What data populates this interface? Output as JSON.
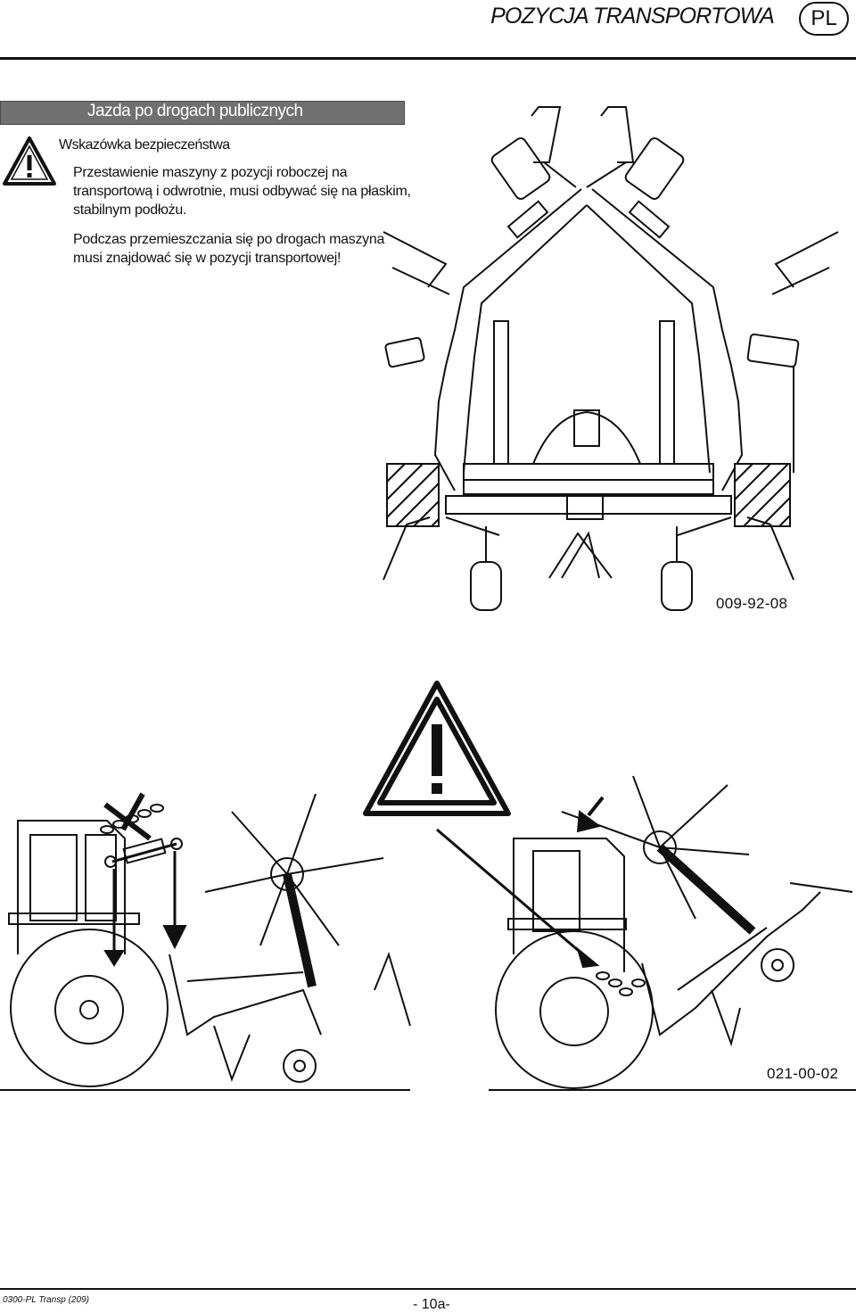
{
  "header": {
    "title": "POZYCJA TRANSPORTOWA",
    "language": "PL"
  },
  "section": {
    "title": "Jazda po drogach publicznych",
    "bar_color": "#707070"
  },
  "warning": {
    "icon": "warning-triangle-icon",
    "heading": "Wskazówka bezpieczeństwa",
    "paragraphs": [
      "Przestawienie maszyny z pozycji roboczej na transportową i odwrotnie, musi odbywać się   na płaskim, stabilnym podłożu.",
      "Podczas przemieszczania się po drogach maszyna musi znajdować się w pozycji transportowej!"
    ]
  },
  "figures": [
    {
      "code": "009-92-08"
    },
    {
      "code": "021-00-02"
    }
  ],
  "footer": {
    "doc_code": "0300-PL Transp (209)",
    "page": "- 10a-"
  }
}
